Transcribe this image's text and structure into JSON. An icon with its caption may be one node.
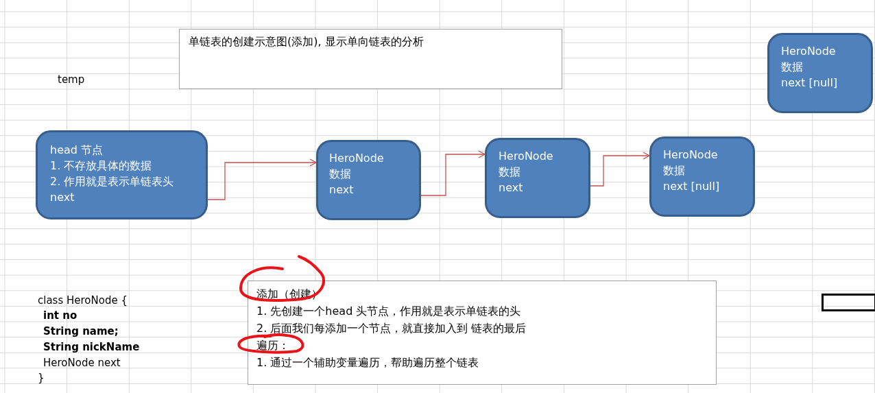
{
  "diagram": {
    "nodes": [
      {
        "text": [
          "单链表的创建示意图(添加), 显示单向链表的分析"
        ]
      },
      {
        "text": [
          "head 节点",
          "1. 不存放具体的数据",
          "2. 作用就是表示单链表头",
          "next"
        ]
      },
      {
        "text": [
          "HeroNode",
          "数据",
          "next"
        ]
      },
      {
        "text": [
          "HeroNode",
          "数据",
          "next"
        ]
      },
      {
        "text": [
          "HeroNode",
          "数据",
          "next [null]"
        ]
      },
      {
        "text": [
          "HeroNode",
          "数据",
          "next [null]"
        ]
      },
      {
        "text": [
          "添加（创建）",
          "1. 先创建一个head 头节点，作用就是表示单链表的头",
          "2. 后面我们每添加一个节点，就直接加入到 链表的最后",
          "遍历：",
          "1.  通过一个辅助变量遍历，帮助遍历整个链表"
        ]
      }
    ],
    "edges": [
      {
        "from": 1,
        "to": 2,
        "arrow": "to"
      },
      {
        "from": 2,
        "to": 3,
        "arrow": "to"
      },
      {
        "from": 3,
        "to": 4,
        "arrow": "to"
      }
    ],
    "labels": [
      "temp",
      "class HeroNode {",
      "int no",
      "String name;",
      "String nickName",
      "HeroNode next",
      "}"
    ]
  }
}
